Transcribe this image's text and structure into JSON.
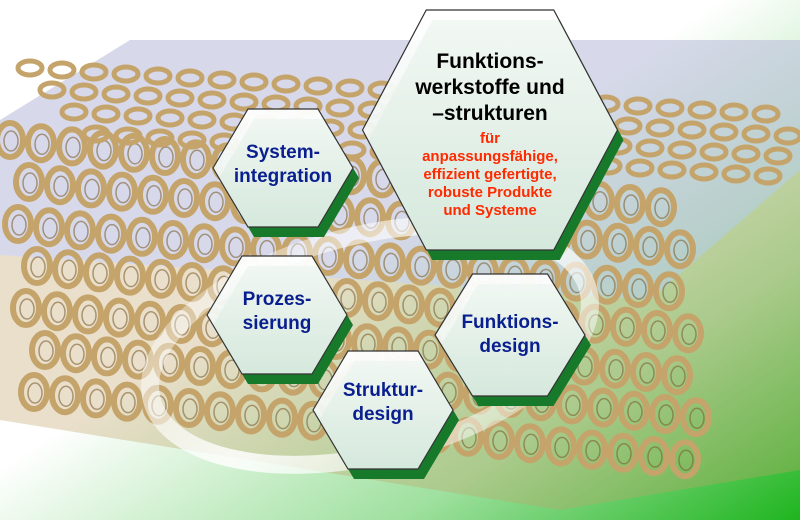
{
  "colors": {
    "lattice": "#c4a46a",
    "lattice_dark": "#7d6132",
    "lattice_top": "#b7b9d8",
    "background_green": "#2dbb2d",
    "hex_fill": "#ffffff",
    "hex_shadow": "#167a2a",
    "title_blue": "#0a1f8f",
    "title_black": "#000000",
    "accent_red": "#ff2a00"
  },
  "main": {
    "title_lines": [
      "Funktions-",
      "werkstoffe und",
      "–strukturen"
    ],
    "subtitle_lines": [
      "für",
      "anpassungsfähige,",
      "effizient gefertigte,",
      "robuste Produkte",
      "und Systeme"
    ]
  },
  "hexagons": [
    {
      "id": "systemintegration",
      "lines": [
        "System-",
        "integration"
      ]
    },
    {
      "id": "prozessierung",
      "lines": [
        "Prozes-",
        "sierung"
      ]
    },
    {
      "id": "funktionsdesign",
      "lines": [
        "Funktions-",
        "design"
      ]
    },
    {
      "id": "strukturdesign",
      "lines": [
        "Struktur-",
        "design"
      ]
    }
  ]
}
